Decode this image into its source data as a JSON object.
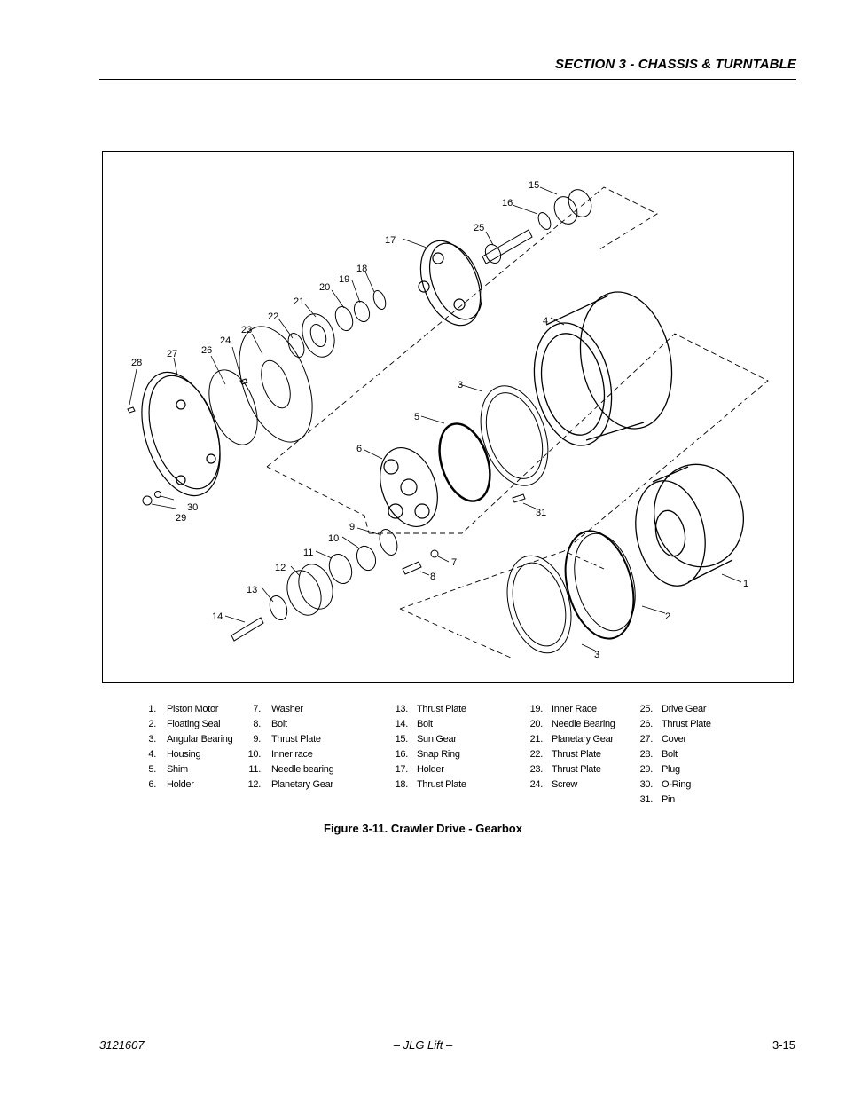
{
  "header": {
    "section_title": "SECTION 3 - CHASSIS & TURNTABLE"
  },
  "figure": {
    "caption": "Figure 3-11.  Crawler Drive - Gearbox",
    "callouts": [
      "1",
      "2",
      "3",
      "3",
      "4",
      "5",
      "6",
      "7",
      "8",
      "9",
      "10",
      "11",
      "12",
      "13",
      "14",
      "15",
      "16",
      "17",
      "18",
      "19",
      "20",
      "21",
      "22",
      "23",
      "24",
      "25",
      "26",
      "27",
      "28",
      "29",
      "30",
      "31"
    ]
  },
  "legend": {
    "columns": [
      [
        {
          "num": "1.",
          "label": "Piston Motor"
        },
        {
          "num": "2.",
          "label": "Floating Seal"
        },
        {
          "num": "3.",
          "label": "Angular Bearing"
        },
        {
          "num": "4.",
          "label": "Housing"
        },
        {
          "num": "5.",
          "label": "Shim"
        },
        {
          "num": "6.",
          "label": "Holder"
        }
      ],
      [
        {
          "num": "7.",
          "label": "Washer"
        },
        {
          "num": "8.",
          "label": "Bolt"
        },
        {
          "num": "9.",
          "label": "Thrust Plate"
        },
        {
          "num": "10.",
          "label": "Inner race"
        },
        {
          "num": "11.",
          "label": "Needle bearing"
        },
        {
          "num": "12.",
          "label": "Planetary Gear"
        }
      ],
      [
        {
          "num": "13.",
          "label": "Thrust Plate"
        },
        {
          "num": "14.",
          "label": "Bolt"
        },
        {
          "num": "15.",
          "label": "Sun Gear"
        },
        {
          "num": "16.",
          "label": "Snap Ring"
        },
        {
          "num": "17.",
          "label": "Holder"
        },
        {
          "num": "18.",
          "label": "Thrust Plate"
        }
      ],
      [
        {
          "num": "19.",
          "label": "Inner Race"
        },
        {
          "num": "20.",
          "label": "Needle Bearing"
        },
        {
          "num": "21.",
          "label": "Planetary Gear"
        },
        {
          "num": "22.",
          "label": "Thrust Plate"
        },
        {
          "num": "23.",
          "label": "Thrust Plate"
        },
        {
          "num": "24.",
          "label": "Screw"
        }
      ],
      [
        {
          "num": "25.",
          "label": "Drive Gear"
        },
        {
          "num": "26.",
          "label": "Thrust Plate"
        },
        {
          "num": "27.",
          "label": "Cover"
        },
        {
          "num": "28.",
          "label": "Bolt"
        },
        {
          "num": "29.",
          "label": "Plug"
        },
        {
          "num": "30.",
          "label": "O-Ring"
        },
        {
          "num": "31.",
          "label": "Pin"
        }
      ]
    ]
  },
  "footer": {
    "doc_number": "3121607",
    "center_text": "– JLG Lift –",
    "page_number": "3-15"
  }
}
